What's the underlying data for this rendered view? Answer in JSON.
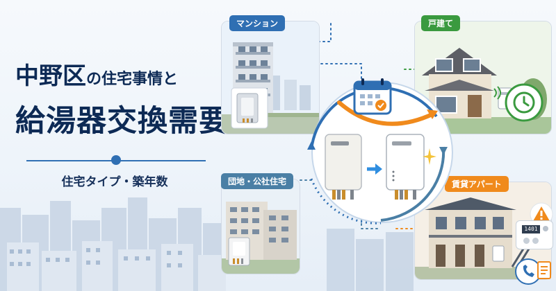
{
  "title": {
    "line1_part1": "中野区",
    "line1_part2": "の住宅事情と",
    "line2": "給湯器交換需要"
  },
  "subtitle": "住宅タイプ・築年数",
  "cards": {
    "mansion": {
      "label": "マンション",
      "color": "#2f6fb3"
    },
    "detached": {
      "label": "戸建て",
      "color": "#3a9a3f"
    },
    "danchi": {
      "label": "団地・公社住宅",
      "color": "#4a7fa5"
    },
    "apartment": {
      "label": "賃貸アパート",
      "color": "#f08a1c"
    }
  },
  "remote_display": "1401",
  "colors": {
    "navy": "#0d2a55",
    "blue": "#2f6fb3",
    "green": "#3a9a3f",
    "orange": "#f08a1c"
  },
  "icons": [
    "calendar-icon",
    "clock-icon",
    "warning-icon",
    "phone-icon",
    "document-icon",
    "sparkle-icon",
    "arrow-right-icon"
  ]
}
